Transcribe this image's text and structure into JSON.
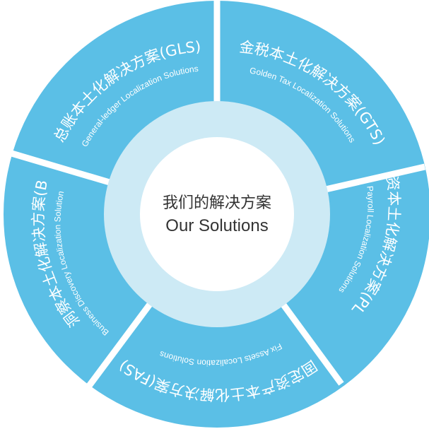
{
  "center": {
    "title_cn": "我们的解决方案",
    "title_en": "Our Solutions"
  },
  "segments": [
    {
      "id": "gls",
      "title": "总账本土化解决方案(GLS)",
      "subtitle": "General-ledger Localization Solutions"
    },
    {
      "id": "gts",
      "title": "金税本土化解决方案(GTS)",
      "subtitle": "Golden Tax Localization Solutions"
    },
    {
      "id": "pls",
      "title": "薪资本土化解决方案(PLS)",
      "subtitle": "Payroll Localization Solutions"
    },
    {
      "id": "fas",
      "title": "固定资产本土化解决方案(FAS)",
      "subtitle": "Fix Assets Localization Solutions"
    },
    {
      "id": "bds",
      "title": "商务洞察本土化解决方案(BDS)",
      "subtitle": "Business Discovery Localization Solution"
    }
  ],
  "colors": {
    "segment": "#5bbfe6",
    "inner_ring": "#cdeaf5",
    "center_text": "#333333"
  }
}
